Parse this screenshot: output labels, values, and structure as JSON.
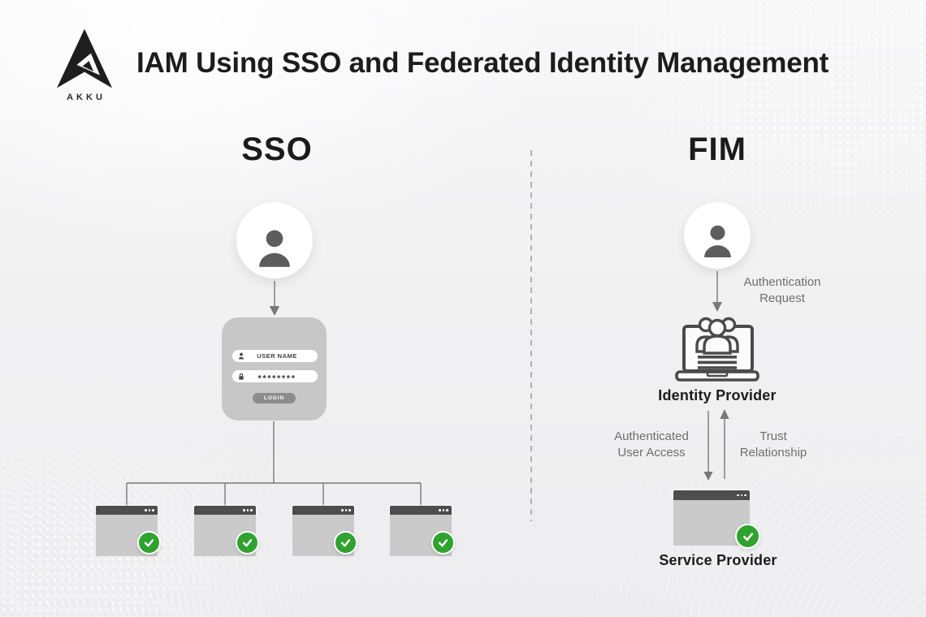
{
  "brand": {
    "name": "AKKU",
    "logo_icon": "akku-arrowhead-logo"
  },
  "page_title": "IAM Using SSO and Federated Identity Management",
  "sso": {
    "heading": "SSO",
    "user_icon": "person-icon",
    "login_form": {
      "username_field": {
        "icon": "person-icon",
        "value": "USER NAME"
      },
      "password_field": {
        "icon": "lock-icon",
        "value": "********"
      },
      "login_button_label": "LOGIN"
    },
    "app_windows": [
      {
        "icon": "browser-window",
        "status_icon": "check-icon"
      },
      {
        "icon": "browser-window",
        "status_icon": "check-icon"
      },
      {
        "icon": "browser-window",
        "status_icon": "check-icon"
      },
      {
        "icon": "browser-window",
        "status_icon": "check-icon"
      }
    ]
  },
  "fim": {
    "heading": "FIM",
    "user_icon": "person-icon",
    "identity_provider_icon": "laptop-users-icon",
    "service_provider_icon": "browser-window",
    "status_icon": "check-icon",
    "labels": {
      "authentication_request": "Authentication Request",
      "identity_provider": "Identity Provider",
      "authenticated_user_access": "Authenticated User Access",
      "trust_relationship": "Trust Relationship",
      "service_provider": "Service Provider"
    }
  },
  "colors": {
    "background": "#f1f1f2",
    "heading_text": "#1b1b1b",
    "label_gray": "#6e6e6e",
    "card_gray": "#c7c7c8",
    "button_gray": "#8c8c8d",
    "browser_titlebar": "#4d4d4e",
    "browser_body": "#cacacb",
    "icon_gray": "#5d5d5d",
    "connector_gray": "#787878",
    "check_green": "#2fa22f"
  }
}
